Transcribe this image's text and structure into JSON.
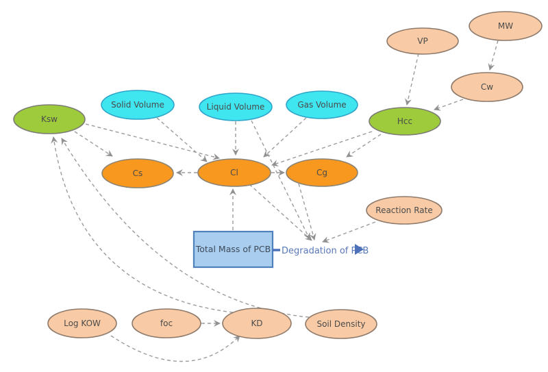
{
  "diagram": {
    "nodes": [
      {
        "id": "vp",
        "label": "VP",
        "role": "vapor-pressure-converter"
      },
      {
        "id": "mw",
        "label": "MW",
        "role": "molecular-weight-converter"
      },
      {
        "id": "cw",
        "label": "Cw",
        "role": "water-concentration-converter"
      },
      {
        "id": "hcc",
        "label": "Hcc",
        "role": "henry-constant-converter"
      },
      {
        "id": "ksw",
        "label": "Ksw",
        "role": "soil-water-partition-converter"
      },
      {
        "id": "solid_volume",
        "label": "Solid Volume",
        "role": "volume-converter"
      },
      {
        "id": "liquid_volume",
        "label": "Liquid Volume",
        "role": "volume-converter"
      },
      {
        "id": "gas_volume",
        "label": "Gas Volume",
        "role": "volume-converter"
      },
      {
        "id": "cs",
        "label": "Cs",
        "role": "solid-concentration-converter"
      },
      {
        "id": "cl",
        "label": "Cl",
        "role": "liquid-concentration-converter"
      },
      {
        "id": "cg",
        "label": "Cg",
        "role": "gas-concentration-converter"
      },
      {
        "id": "reaction_rate",
        "label": "Reaction Rate",
        "role": "rate-converter"
      },
      {
        "id": "log_kow",
        "label": "Log KOW",
        "role": "partition-converter"
      },
      {
        "id": "foc",
        "label": "foc",
        "role": "organic-carbon-converter"
      },
      {
        "id": "kd",
        "label": "KD",
        "role": "distribution-coefficient-converter"
      },
      {
        "id": "soil_density",
        "label": "Soil Density",
        "role": "density-converter"
      }
    ],
    "stock": {
      "label": "Total Mass of PCB"
    },
    "flow": {
      "label": "Degradation of PCB"
    },
    "edges": [
      {
        "from": "mw",
        "to": "cw"
      },
      {
        "from": "vp",
        "to": "hcc"
      },
      {
        "from": "cw",
        "to": "hcc"
      },
      {
        "from": "solid_volume",
        "to": "cl"
      },
      {
        "from": "liquid_volume",
        "to": "cl"
      },
      {
        "from": "gas_volume",
        "to": "cl"
      },
      {
        "from": "hcc",
        "to": "cl"
      },
      {
        "from": "hcc",
        "to": "cg"
      },
      {
        "from": "ksw",
        "to": "cs"
      },
      {
        "from": "ksw",
        "to": "cl"
      },
      {
        "from": "cl",
        "to": "cs"
      },
      {
        "from": "cl",
        "to": "cg"
      },
      {
        "from": "total_mass_of_pcb",
        "to": "cl"
      },
      {
        "from": "cl",
        "to": "degradation_of_pcb"
      },
      {
        "from": "liquid_volume",
        "to": "degradation_of_pcb"
      },
      {
        "from": "cg",
        "to": "degradation_of_pcb"
      },
      {
        "from": "reaction_rate",
        "to": "degradation_of_pcb"
      },
      {
        "from": "foc",
        "to": "kd"
      },
      {
        "from": "log_kow",
        "to": "kd"
      },
      {
        "from": "kd",
        "to": "ksw"
      },
      {
        "from": "soil_density",
        "to": "ksw"
      }
    ],
    "colors": {
      "converter_fill": "#F8CBA6",
      "computed_fill": "#9DCB3B",
      "volume_fill": "#3FE5EF",
      "concentration_fill": "#F8981F",
      "stock_fill": "#A8CDEE",
      "stock_border": "#4E81BC",
      "flow_blue": "#4C71B8",
      "connector_gray": "#9B9B9B",
      "label_gray": "#4A4A4A"
    }
  }
}
